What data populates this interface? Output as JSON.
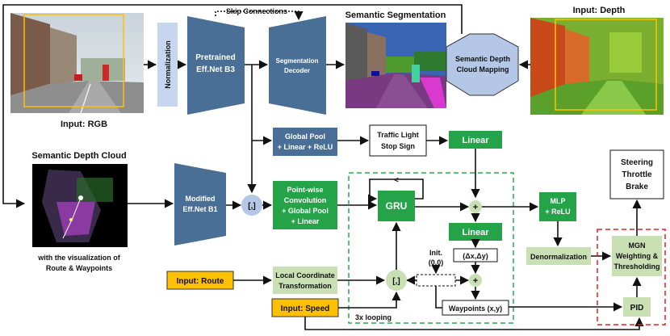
{
  "labels": {
    "skip_connections": "Skip Connections",
    "semantic_segmentation": "Semantic Segmentation",
    "input_depth": "Input: Depth",
    "normalization": "Normalization",
    "pretrained_1": "Pretrained",
    "pretrained_2": "Eff.Net B3",
    "seg_decoder_1": "Segmentation",
    "seg_decoder_2": "Decoder",
    "sdc_mapping_1": "Semantic Depth",
    "sdc_mapping_2": "Cloud Mapping",
    "input_rgb": "Input: RGB",
    "global_pool_1": "Global Pool",
    "global_pool_2": "+ Linear + ReLU",
    "traffic_light_1": "Traffic Light",
    "traffic_light_2": "Stop Sign",
    "linear_top": "Linear",
    "semantic_depth_cloud": "Semantic Depth Cloud",
    "steering": "Steering",
    "throttle": "Throttle",
    "brake": "Brake",
    "modified_1": "Modified",
    "modified_2": "Eff.Net B1",
    "concat_top": "[,]",
    "pointwise_1": "Point-wise",
    "pointwise_2": "Convolution",
    "pointwise_3": "+ Global Pool",
    "pointwise_4": "+ Linear",
    "gru": "GRU",
    "plus_top": "+",
    "mlp_1": "MLP",
    "mlp_2": "+ ReLU",
    "sdc_caption_1": "with the visualization of",
    "sdc_caption_2": "Route & Waypoints",
    "linear_mid": "Linear",
    "delta": "(Δx,Δy)",
    "denormalization": "Denormalization",
    "mgn_1": "MGN",
    "mgn_2": "Weighting &",
    "mgn_3": "Thresholding",
    "init_1": "Init.",
    "init_2": "(0,0)",
    "input_route": "Input: Route",
    "local_coord_1": "Local Coordinate",
    "local_coord_2": "Transformation",
    "concat_bottom": "[,]",
    "plus_bottom": "+",
    "input_speed": "Input: Speed",
    "waypoints": "Waypoints (x,y)",
    "pid": "PID",
    "looping": "3x looping",
    "loop_arrow": "<"
  },
  "colors": {
    "encoder_blue": "#4a6f96",
    "light_blue": "#c5d6ee",
    "green": "#24a348",
    "light_green": "#c9e0b5",
    "orange": "#ffc000",
    "octagon": "#b4c7e7",
    "loop_border": "#2aa84a",
    "mgn_border": "#e02020"
  }
}
